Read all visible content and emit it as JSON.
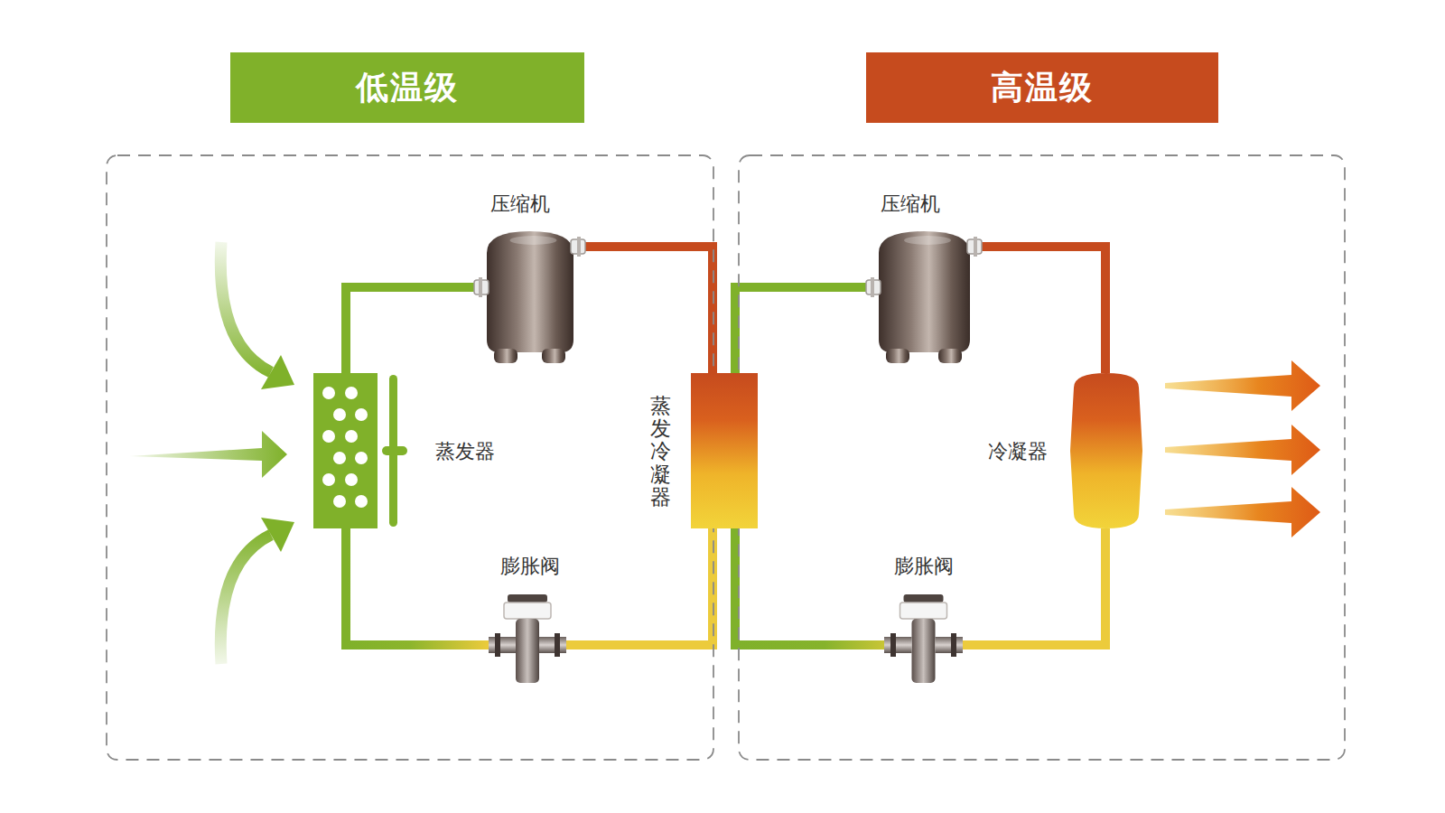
{
  "diagram": {
    "nodes": [
      {
        "text": [
          "低温级"
        ]
      },
      {
        "text": [
          "高温级"
        ]
      },
      {
        "text": [
          "压缩机"
        ],
        "in": 0
      },
      {
        "text": [
          "蒸发器"
        ],
        "in": 0
      },
      {
        "text": [
          "膨胀阀"
        ],
        "in": 0
      },
      {
        "text": [
          "蒸发冷凝器"
        ]
      },
      {
        "text": [
          "压缩机"
        ],
        "in": 1
      },
      {
        "text": [
          "冷凝器"
        ],
        "in": 1
      },
      {
        "text": [
          "膨胀阀"
        ],
        "in": 1
      }
    ],
    "edges": [
      {
        "from": 3,
        "to": 2,
        "arrow": "none"
      },
      {
        "from": 2,
        "to": 5,
        "arrow": "none"
      },
      {
        "from": 5,
        "to": 4,
        "arrow": "none"
      },
      {
        "from": 4,
        "to": 3,
        "arrow": "none"
      },
      {
        "from": 5,
        "to": 6,
        "arrow": "none"
      },
      {
        "from": 6,
        "to": 7,
        "arrow": "none"
      },
      {
        "from": 7,
        "to": 8,
        "arrow": "none"
      },
      {
        "from": 8,
        "to": 5,
        "arrow": "none"
      }
    ]
  }
}
